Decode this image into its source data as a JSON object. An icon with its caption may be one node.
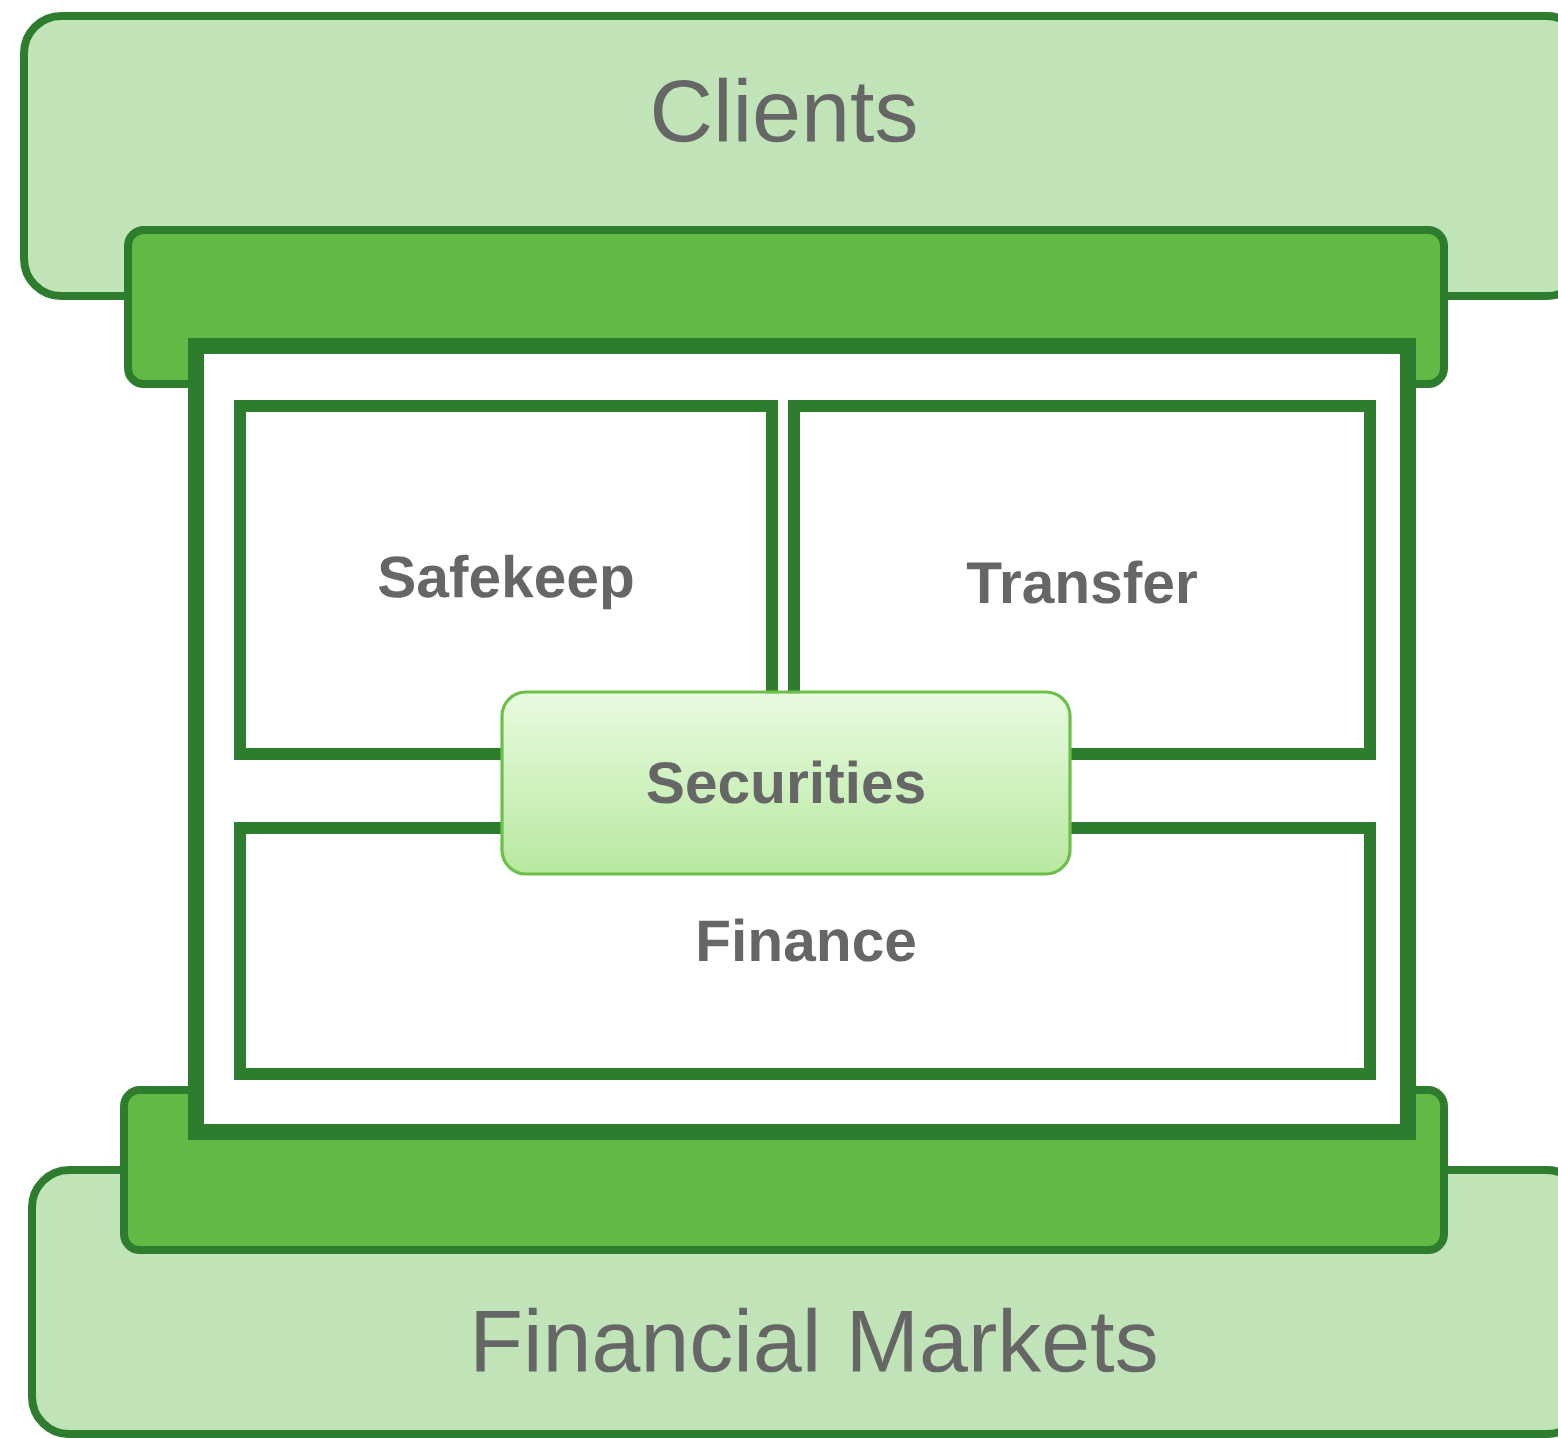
{
  "diagram": {
    "nodes": [
      {
        "text": [
          "Clients"
        ]
      },
      {
        "text": [],
        "shape": "box"
      },
      {
        "text": [
          "Safekeep"
        ],
        "in": 1
      },
      {
        "text": [
          "Transfer"
        ],
        "in": 1
      },
      {
        "text": [
          "Securities"
        ],
        "in": 1
      },
      {
        "text": [
          "Finance"
        ],
        "in": 1
      },
      {
        "text": [
          "Financial Markets"
        ]
      }
    ]
  }
}
